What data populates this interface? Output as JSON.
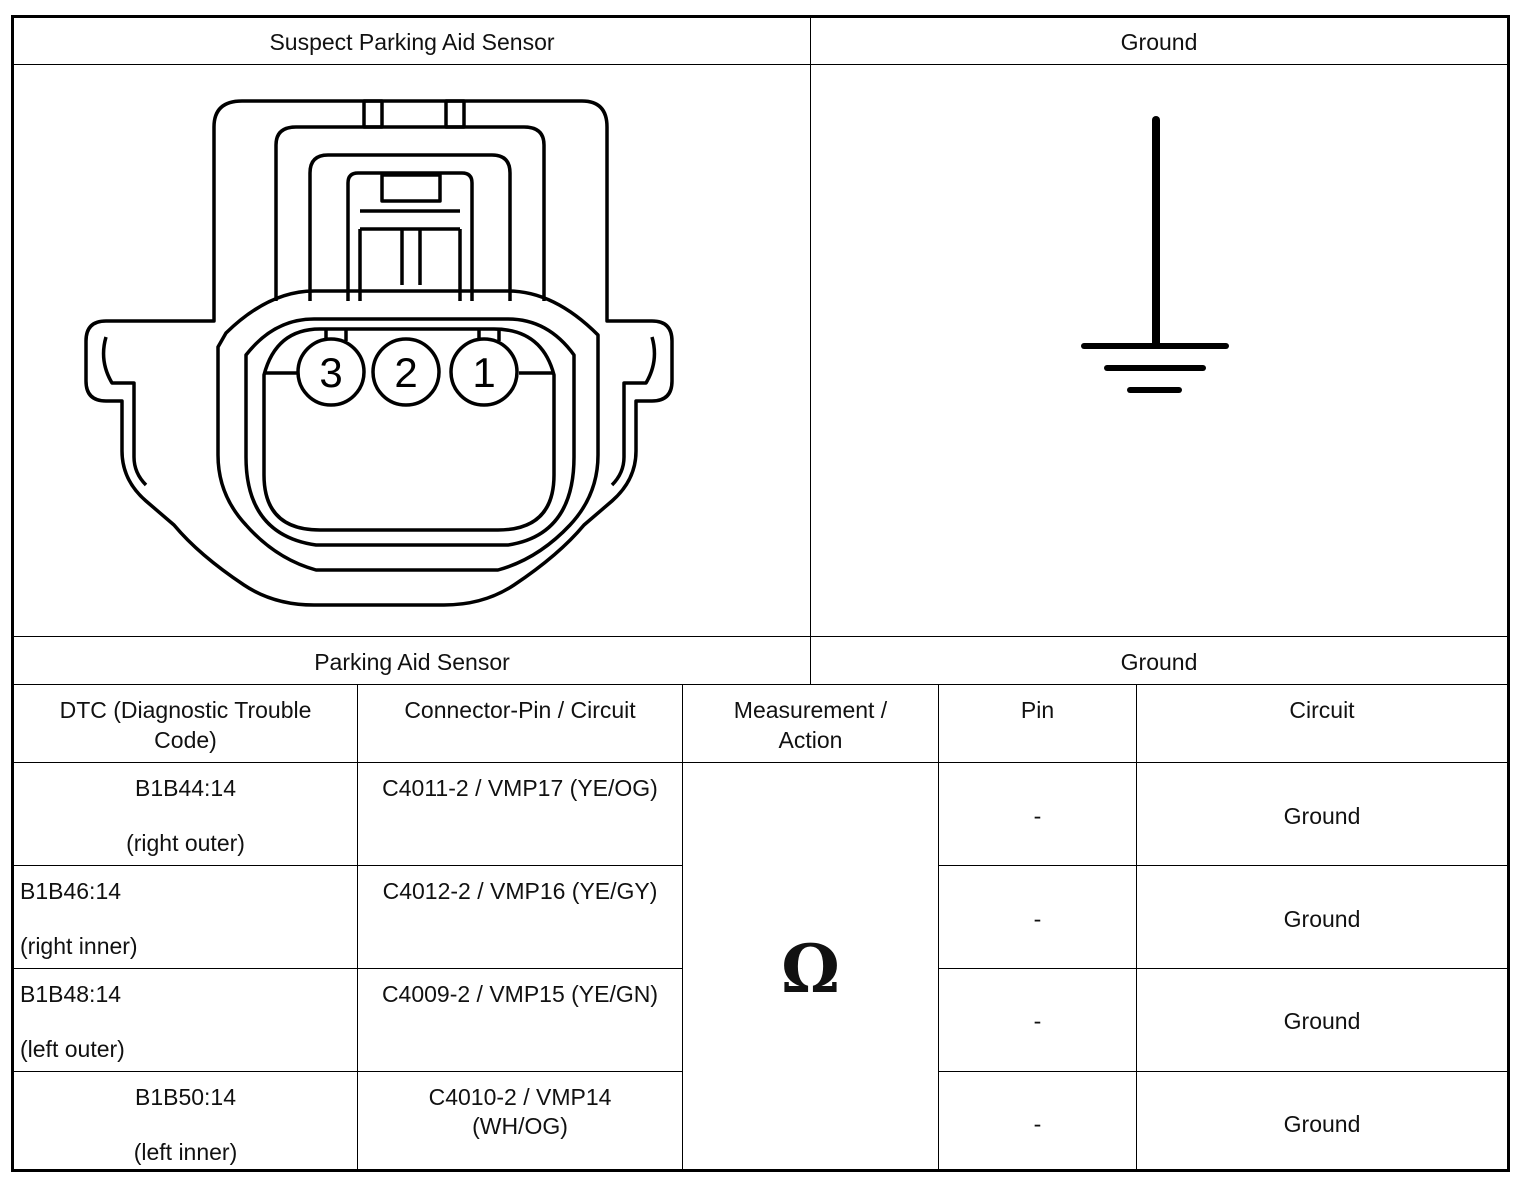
{
  "top_header": {
    "left": "Suspect Parking Aid Sensor",
    "right": "Ground"
  },
  "connector": {
    "pins": [
      "3",
      "2",
      "1"
    ]
  },
  "sub_header": {
    "left": "Parking Aid Sensor",
    "right": "Ground"
  },
  "columns": {
    "dtc_line1": "DTC (Diagnostic Trouble",
    "dtc_line2": "Code)",
    "connector_pin": "Connector-Pin / Circuit",
    "measurement_line1": "Measurement /",
    "measurement_line2": "Action",
    "pin": "Pin",
    "circuit": "Circuit"
  },
  "measurement_symbol": "Ω",
  "rows": [
    {
      "dtc": "B1B44:14",
      "location": "(right outer)",
      "connector_line1": "C4011-2 / VMP17 (YE/OG)",
      "connector_line2": "",
      "pin": "-",
      "circuit": "Ground"
    },
    {
      "dtc": "B1B46:14",
      "location": "(right inner)",
      "connector_line1": "C4012-2 / VMP16 (YE/GY)",
      "connector_line2": "",
      "pin": "-",
      "circuit": "Ground"
    },
    {
      "dtc": "B1B48:14",
      "location": "(left outer)",
      "connector_line1": "C4009-2 / VMP15 (YE/GN)",
      "connector_line2": "",
      "pin": "-",
      "circuit": "Ground"
    },
    {
      "dtc": "B1B50:14",
      "location": "(left inner)",
      "connector_line1": "C4010-2 / VMP14",
      "connector_line2": "(WH/OG)",
      "pin": "-",
      "circuit": "Ground"
    }
  ]
}
